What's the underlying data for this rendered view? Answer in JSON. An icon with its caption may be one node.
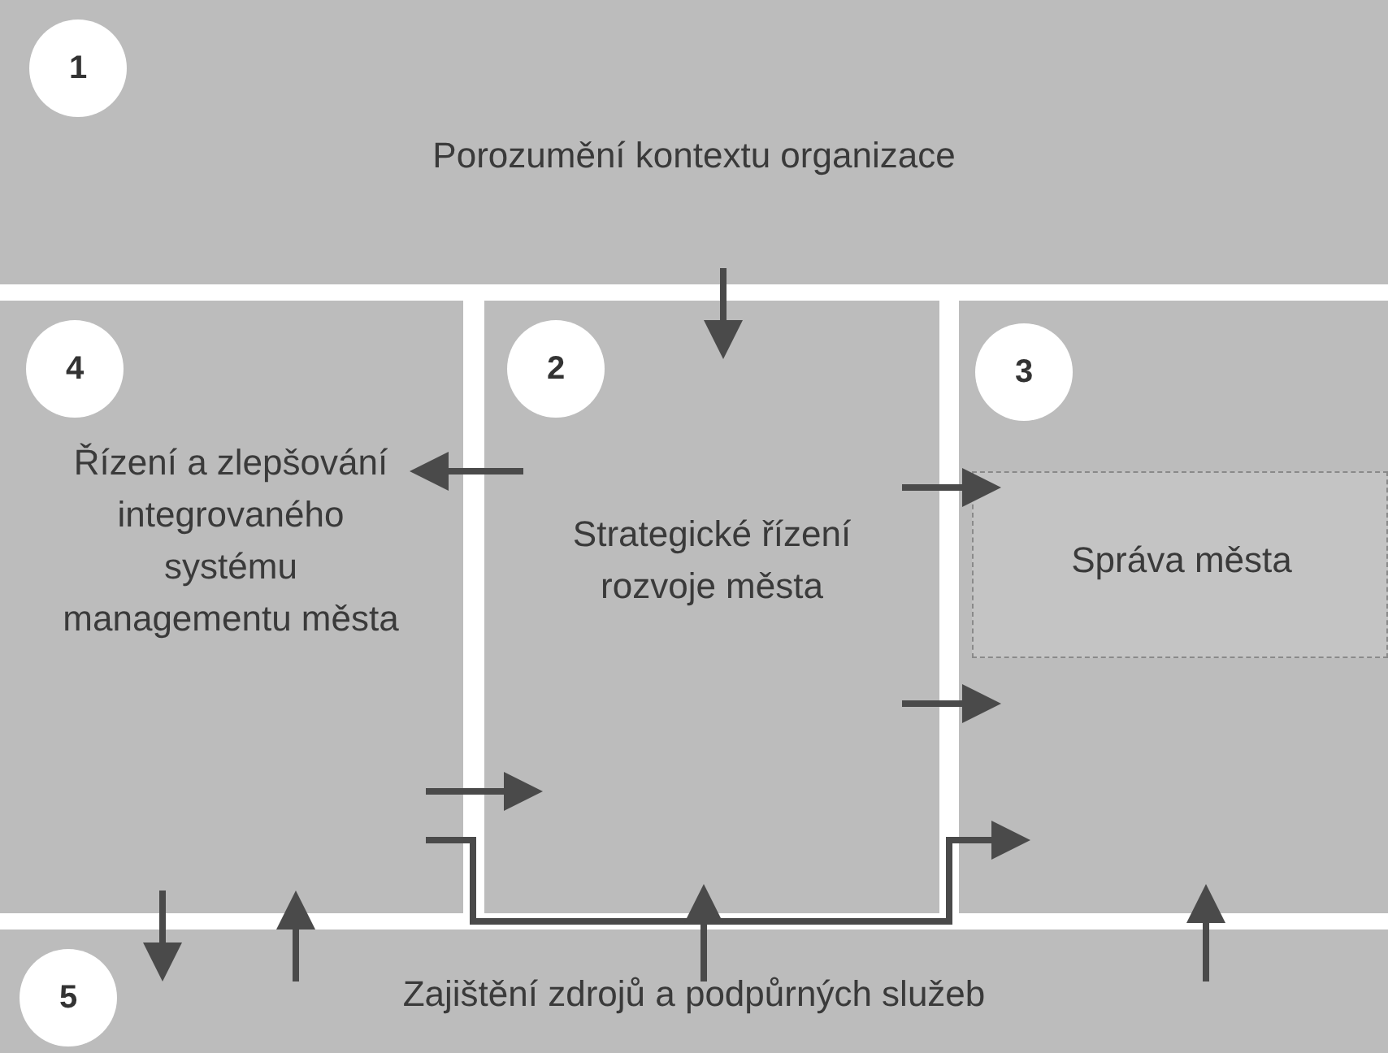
{
  "diagram": {
    "nodes": [
      {
        "text": [
          "1",
          "Porozumění kontextu organizace"
        ]
      },
      {
        "text": [
          "4",
          "Řízení a zlepšování integrovaného systému managementu města"
        ]
      },
      {
        "text": [
          "2",
          "Strategické řízení rozvoje města"
        ]
      },
      {
        "text": [
          "3"
        ]
      },
      {
        "text": [
          "Správa města"
        ],
        "in": 3
      },
      {
        "text": [
          "5",
          "Zajištění zdrojů a podpůrných služeb"
        ]
      }
    ],
    "edges": [
      {
        "from": 0,
        "to": 2,
        "arrow": "to"
      },
      {
        "from": 2,
        "to": 1,
        "arrow": "to"
      },
      {
        "from": 2,
        "to": 4,
        "arrow": "to"
      },
      {
        "from": 2,
        "to": 3,
        "arrow": "to"
      },
      {
        "from": 1,
        "to": 2,
        "arrow": "to"
      },
      {
        "from": 1,
        "to": 3,
        "arrow": "to"
      },
      {
        "from": 1,
        "to": 5,
        "arrow": "to"
      },
      {
        "from": 5,
        "to": 1,
        "arrow": "to"
      },
      {
        "from": 5,
        "to": 2,
        "arrow": "to"
      },
      {
        "from": 5,
        "to": 3,
        "arrow": "to"
      }
    ]
  }
}
